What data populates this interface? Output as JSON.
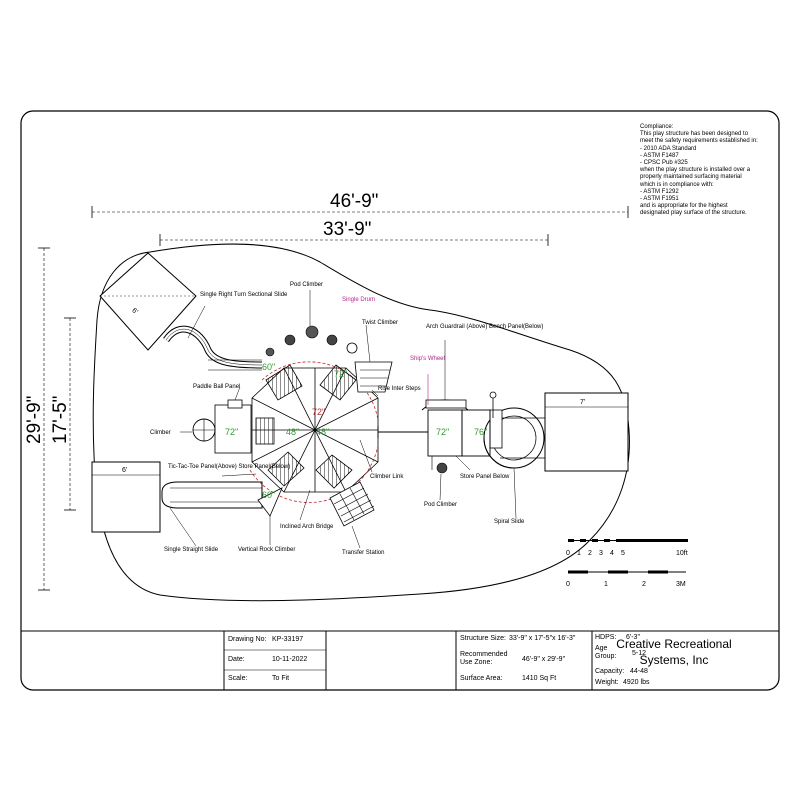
{
  "compliance": [
    "Compliance:",
    "This play structure has been designed to",
    "meet the safety requirements established in:",
    "- 2010 ADA Standard",
    "- ASTM F1487",
    "- CPSC Pub #325",
    "when the play structure is installed over a",
    "properly maintained surfacing material",
    "which is in compliance with:",
    "- ASTM F1292",
    "- ASTM F1951",
    "and is appropriate for the highest",
    "designated play surface of the structure."
  ],
  "dimensions": {
    "overall_width": "46'-9\"",
    "structure_width": "33'-9\"",
    "overall_depth": "29'-9\"",
    "structure_depth": "17'-5\""
  },
  "components": {
    "single_right_turn_slide": "Single Right Turn Sectional Slide",
    "pod_climber_top": "Pod Climber",
    "single_drum": "Single Drum",
    "twist_climber": "Twist Climber",
    "arch_guardrail": "Arch Guardrail (Above) Bench Panel(Below)",
    "ships_wheel": "Ship's Wheel",
    "paddle_ball_panel": "Paddle Ball Panel",
    "rise_inter_steps": "Rise Inter Steps",
    "climber": "Climber",
    "tic_tac_toe": "Tic-Tac-Toe Panel(Above) Store Panel(Below)",
    "climber_link": "Climber Link",
    "store_panel_below": "Store Panel Below",
    "pod_climber_bottom": "Pod Climber",
    "spiral_slide": "Spiral Slide",
    "inclined_arch_bridge": "Inclined Arch Bridge",
    "single_straight_slide": "Single Straight Slide",
    "vertical_rock_climber": "Vertical Rock Climber",
    "transfer_station": "Transfer Station"
  },
  "deck_heights": {
    "d60_top": "60\"",
    "d72_top": "72\"",
    "d72_left": "72\"",
    "d48_a": "48\"",
    "d48_b": "48\"",
    "d60_bottom": "60\"",
    "d72_right": "72\"",
    "d76": "76\"",
    "d72_red": "72\""
  },
  "slide_exit_labels": {
    "top_left": "6'",
    "bottom_left": "6'",
    "right": "7'"
  },
  "scale_bar": {
    "feet_ticks": [
      "0",
      "1",
      "2",
      "3",
      "4",
      "5",
      "10ft"
    ],
    "meter_ticks": [
      "0",
      "1",
      "2",
      "3M"
    ]
  },
  "title_block": {
    "drawing_no_label": "Drawing No:",
    "drawing_no": "KP-33197",
    "date_label": "Date:",
    "date": "10-11-2022",
    "scale_label": "Scale:",
    "scale": "To Fit",
    "structure_size_label": "Structure Size:",
    "structure_size": "33'-9\" x 17'-5\"x 16'-3\"",
    "use_zone_label": "Recommended Use Zone:",
    "use_zone": "46'-9\" x 29'-9\"",
    "surface_area_label": "Surface Area:",
    "surface_area": "1410 Sq Ft",
    "hdps_label": "HDPS:",
    "hdps": "6'-3\"",
    "age_group_label": "Age Group:",
    "age_group": "5-12",
    "capacity_label": "Capacity:",
    "capacity": "44-48",
    "weight_label": "Weight:",
    "weight": "4920 lbs",
    "company": "Creative Recreational Systems, Inc"
  },
  "colors": {
    "deck_label": "#2f9b2f",
    "accessory_label": "#b0288c",
    "dimension_red": "#c0282c"
  }
}
